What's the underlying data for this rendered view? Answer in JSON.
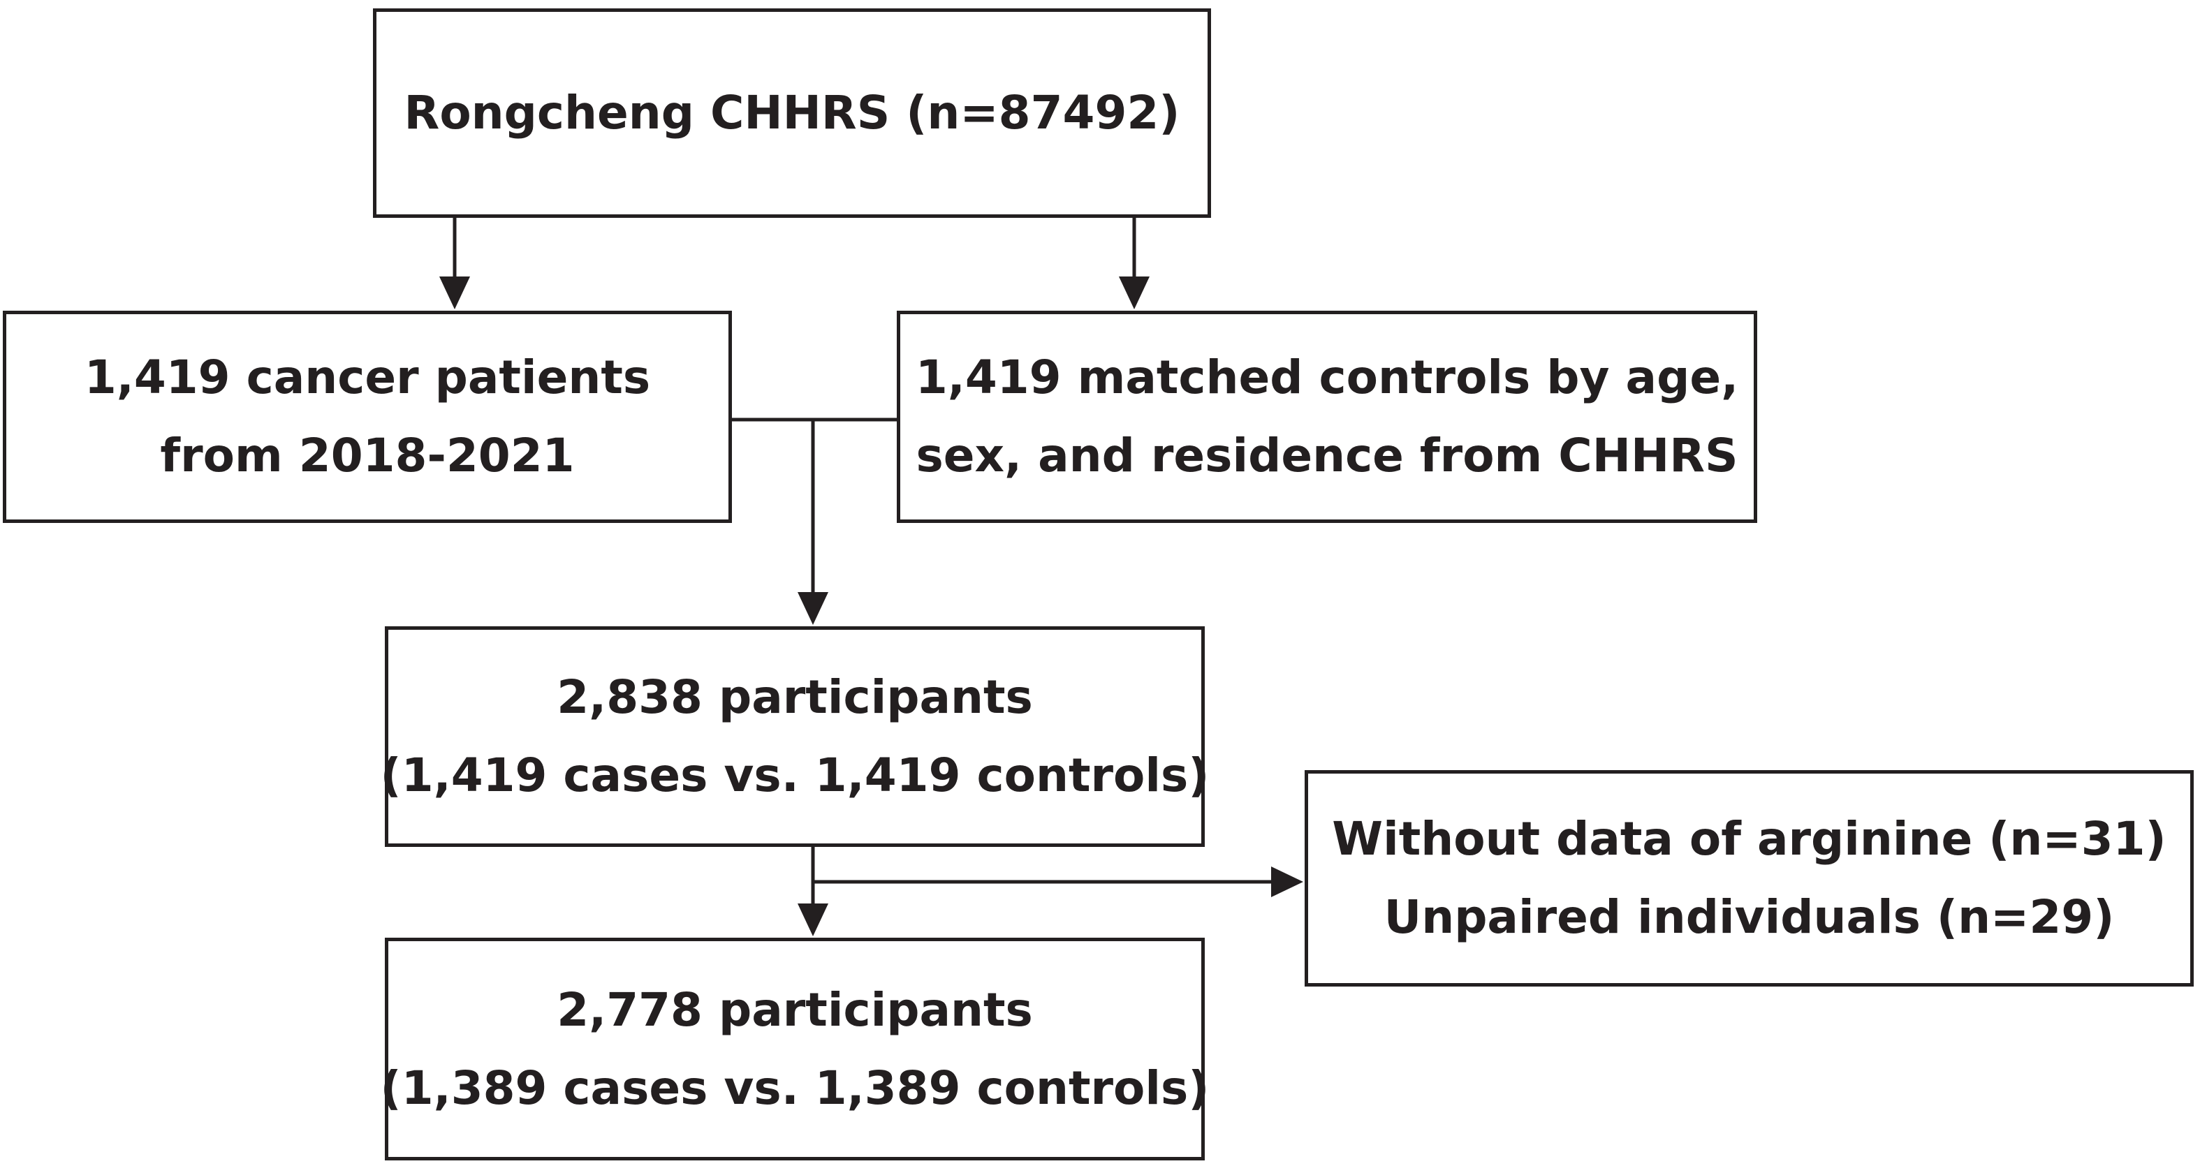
{
  "diagram": {
    "line_color": "#231f20",
    "boxes": {
      "source": {
        "lines": [
          "Rongcheng CHHRS (n=87492)"
        ]
      },
      "cases": {
        "lines": [
          "1,419 cancer patients",
          "from 2018-2021"
        ]
      },
      "controls": {
        "lines": [
          "1,419 matched controls by age,",
          "sex, and residence from CHHRS"
        ]
      },
      "combined": {
        "lines": [
          "2,838 participants",
          "(1,419 cases vs. 1,419 controls)"
        ]
      },
      "excluded": {
        "lines": [
          "Without data of arginine (n=31)",
          "Unpaired individuals (n=29)"
        ]
      },
      "final": {
        "lines": [
          "2,778 participants",
          "(1,389 cases vs. 1,389 controls)"
        ]
      }
    }
  }
}
